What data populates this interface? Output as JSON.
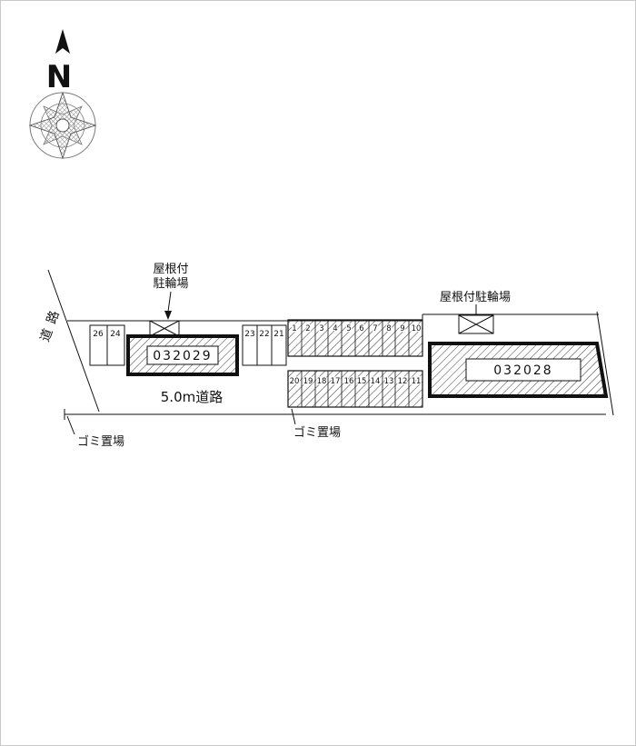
{
  "page": {
    "background": "#ffffff",
    "border_color": "#c9c9c9",
    "line_color": "#111111"
  },
  "compass": {
    "label": "N"
  },
  "site_plan": {
    "side_road_label": "道路",
    "bike_parking_left": {
      "line1": "屋根付",
      "line2": "駐輪場"
    },
    "bike_parking_right": {
      "label": "屋根付駐輪場"
    },
    "building_left": {
      "label": "032029"
    },
    "building_right": {
      "label": "032028"
    },
    "road_label": "5.0m道路",
    "garbage_left": {
      "label": "ゴミ置場"
    },
    "garbage_mid": {
      "label": "ゴミ置場"
    },
    "stalls": {
      "left": [
        "26",
        "24"
      ],
      "mid": [
        "23",
        "22",
        "21"
      ],
      "upper": [
        "1",
        "2",
        "3",
        "4",
        "5",
        "6",
        "7",
        "8",
        "9",
        "10"
      ],
      "lower": [
        "20",
        "19",
        "18",
        "17",
        "16",
        "15",
        "14",
        "13",
        "12",
        "11"
      ]
    }
  }
}
